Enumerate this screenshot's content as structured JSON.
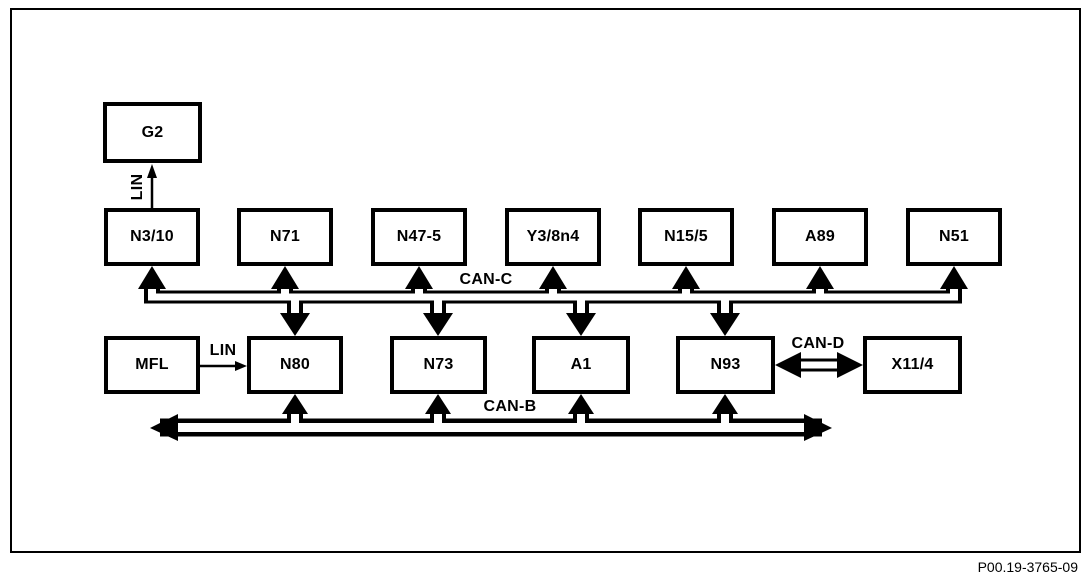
{
  "diagram": {
    "nodes": {
      "g2": "G2",
      "n3_10": "N3/10",
      "n71": "N71",
      "n47_5": "N47-5",
      "y3_8n4": "Y3/8n4",
      "n15_5": "N15/5",
      "a89": "A89",
      "n51": "N51",
      "mfl": "MFL",
      "n80": "N80",
      "n73": "N73",
      "a1": "A1",
      "n93": "N93",
      "x11_4": "X11/4"
    },
    "bus_labels": {
      "can_c": "CAN-C",
      "can_b": "CAN-B",
      "can_d": "CAN-D",
      "lin_g2": "LIN",
      "lin_mfl": "LIN"
    },
    "caption": "P00.19-3765-09"
  }
}
